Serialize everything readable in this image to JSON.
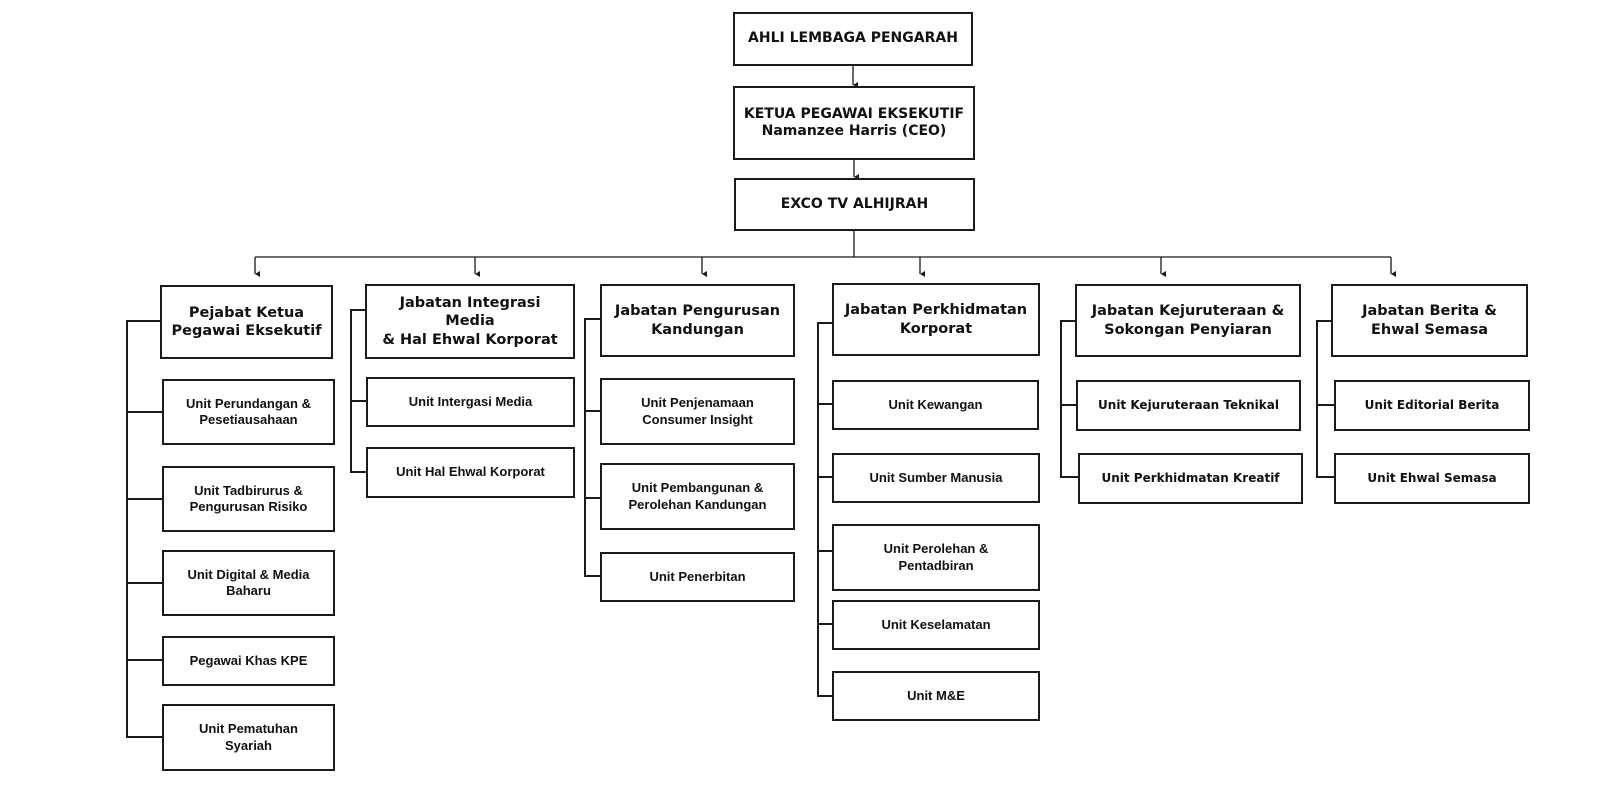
{
  "board": "AHLI LEMBAGA PENGARAH",
  "ceo": {
    "title": "KETUA PEGAWAI EKSEKUTIF",
    "name": "Namanzee Harris (CEO)"
  },
  "exco": "EXCO TV ALHIJRAH",
  "departments": [
    {
      "title": "Pejabat Ketua\nPegawai Eksekutif",
      "units": [
        "Unit Perundangan &\nPesetiausahaan",
        "Unit Tadbirurus &\nPengurusan Risiko",
        "Unit Digital & Media\nBaharu",
        "Pegawai Khas KPE",
        "Unit Pematuhan\nSyariah"
      ]
    },
    {
      "title": "Jabatan Integrasi Media\n& Hal Ehwal Korporat",
      "units": [
        "Unit Intergasi Media",
        "Unit Hal Ehwal Korporat"
      ]
    },
    {
      "title": "Jabatan Pengurusan\nKandungan",
      "units": [
        "Unit Penjenamaan\nConsumer Insight",
        "Unit Pembangunan &\nPerolehan Kandungan",
        "Unit Penerbitan"
      ]
    },
    {
      "title": "Jabatan Perkhidmatan\nKorporat",
      "units": [
        "Unit Kewangan",
        "Unit Sumber Manusia",
        "Unit Perolehan &\nPentadbiran",
        "Unit Keselamatan",
        "Unit M&E"
      ]
    },
    {
      "title": "Jabatan Kejuruteraan &\nSokongan Penyiaran",
      "units": [
        "Unit Kejuruteraan Teknikal",
        "Unit Perkhidmatan Kreatif"
      ]
    },
    {
      "title": "Jabatan Berita &\nEhwal Semasa",
      "units": [
        "Unit Editorial Berita",
        "Unit Ehwal Semasa"
      ]
    }
  ]
}
